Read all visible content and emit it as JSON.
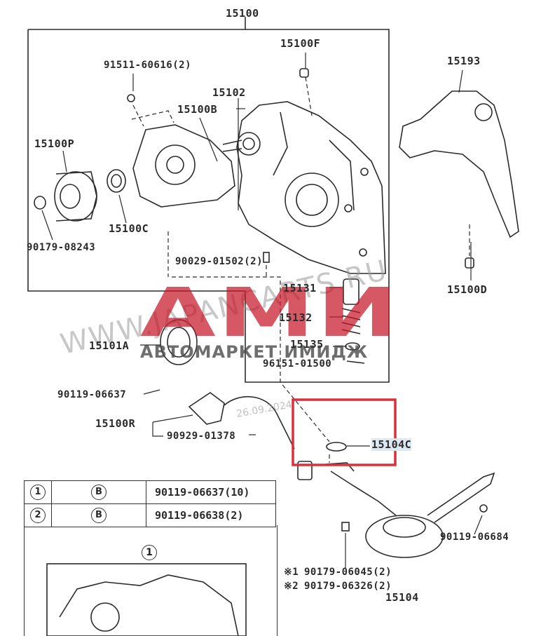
{
  "labels": {
    "l15100": "15100",
    "l15100F": "15100F",
    "l15193": "15193",
    "l91511": "91511-60616(2)",
    "l15102": "15102",
    "l15100B": "15100B",
    "l15100P": "15100P",
    "l15100C": "15100C",
    "l90179_08243": "90179-08243",
    "l90029": "90029-01502(2)",
    "l15100D": "15100D",
    "l15131": "15131",
    "l15132": "15132",
    "l15101A": "15101A",
    "l15135": "15135",
    "l96151": "96151-01500",
    "l90119_06637": "90119-06637",
    "l15100R": "15100R",
    "l90929": "90929-01378",
    "l15104C": "15104C",
    "l90119_06684": "90119-06684",
    "l90179_06045": "90179-06045(2)",
    "l90179_06326": "90179-06326(2)",
    "l15104": "15104",
    "note1_mark": "※1",
    "note2_mark": "※2"
  },
  "table": {
    "rows": [
      {
        "num": "1",
        "sym": "B",
        "part": "90119-06637(10)"
      },
      {
        "num": "2",
        "sym": "B",
        "part": "90119-06638(2)"
      }
    ],
    "detail_marker": "1"
  },
  "watermark": {
    "logo": "AMИ",
    "subtitle": "АВТОМАРКЕТ ИМИДЖ",
    "url": "WWW.JAPANCARTS.RU",
    "date": "26.09.2024"
  },
  "highlight": {
    "color": "#d9303c"
  }
}
